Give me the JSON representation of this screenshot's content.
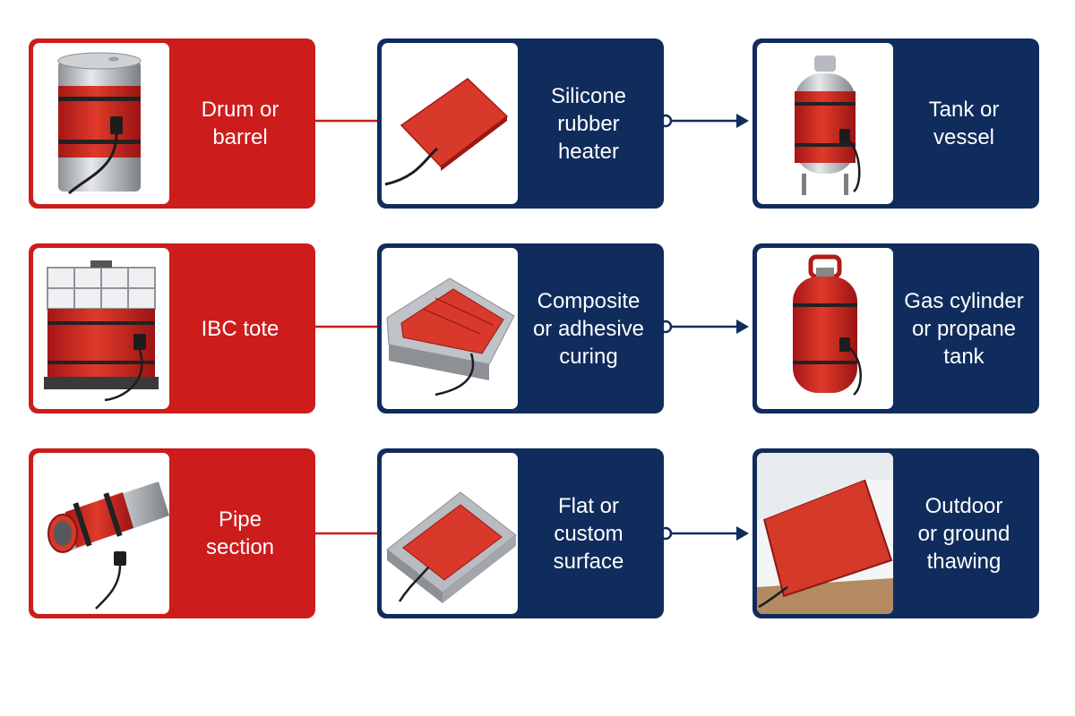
{
  "colors": {
    "red": "#cc1c1c",
    "navy": "#0f2c5c"
  },
  "rows": [
    {
      "source": {
        "label_lines": [
          "Drum or",
          "barrel"
        ],
        "icon": "drum-heater-icon"
      },
      "heater": {
        "label_lines": [
          "Silicone",
          "rubber",
          "heater"
        ],
        "icon": "silicone-heater-pad-icon"
      },
      "target": {
        "label_lines": [
          "Tank or",
          "vessel"
        ],
        "icon": "tank-vessel-icon"
      }
    },
    {
      "source": {
        "label_lines": [
          "IBC tote"
        ],
        "icon": "ibc-tote-icon"
      },
      "heater": {
        "label_lines": [
          "Composite",
          "or adhesive",
          "curing"
        ],
        "icon": "curing-mold-icon"
      },
      "target": {
        "label_lines": [
          "Gas cylinder",
          "or propane",
          "tank"
        ],
        "icon": "gas-cylinder-icon"
      }
    },
    {
      "source": {
        "label_lines": [
          "Pipe",
          "section"
        ],
        "icon": "pipe-section-icon"
      },
      "heater": {
        "label_lines": [
          "Flat or",
          "custom",
          "surface"
        ],
        "icon": "flat-surface-heater-icon"
      },
      "target": {
        "label_lines": [
          "Outdoor",
          "or ground",
          "thawing"
        ],
        "icon": "ground-thawing-icon"
      }
    }
  ]
}
